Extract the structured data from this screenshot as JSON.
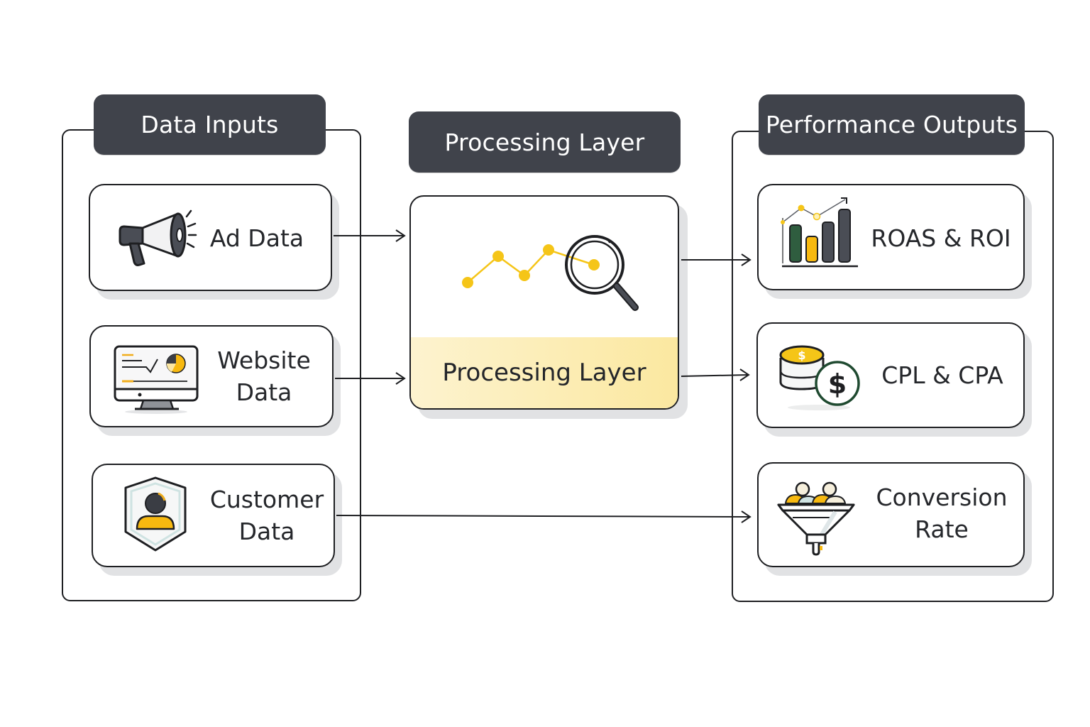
{
  "diagram": {
    "groups": {
      "inputs": {
        "title": "Data Inputs"
      },
      "processing": {
        "title": "Processing Layer"
      },
      "outputs": {
        "title": "Performance Outputs"
      }
    },
    "inputs": [
      {
        "label_line1": "Ad Data",
        "label_line2": "",
        "icon": "megaphone-icon"
      },
      {
        "label_line1": "Website",
        "label_line2": "Data",
        "icon": "monitor-analytics-icon"
      },
      {
        "label_line1": "Customer",
        "label_line2": "Data",
        "icon": "customer-shield-icon"
      }
    ],
    "processing": {
      "label": "Processing Layer",
      "icon": "line-chart-magnifier-icon"
    },
    "outputs": [
      {
        "label_line1": "ROAS & ROI",
        "label_line2": "",
        "icon": "bar-chart-growth-icon"
      },
      {
        "label_line1": "CPL & CPA",
        "label_line2": "",
        "icon": "coins-dollar-icon"
      },
      {
        "label_line1": "Conversion",
        "label_line2": "Rate",
        "icon": "funnel-people-icon"
      }
    ],
    "connections": [
      {
        "from": "Ad Data",
        "to": "Processing Layer"
      },
      {
        "from": "Website Data",
        "to": "Processing Layer"
      },
      {
        "from": "Customer Data",
        "to": "Conversion Rate"
      },
      {
        "from": "Processing Layer",
        "to": "ROAS & ROI"
      },
      {
        "from": "Processing Layer",
        "to": "CPL & CPA"
      }
    ],
    "colors": {
      "header_bg": "#40434b",
      "accent_yellow": "#f5c518",
      "accent_green": "#2f5d3f",
      "band_yellow": "#fbe8a0",
      "outline": "#1e1f22"
    }
  }
}
